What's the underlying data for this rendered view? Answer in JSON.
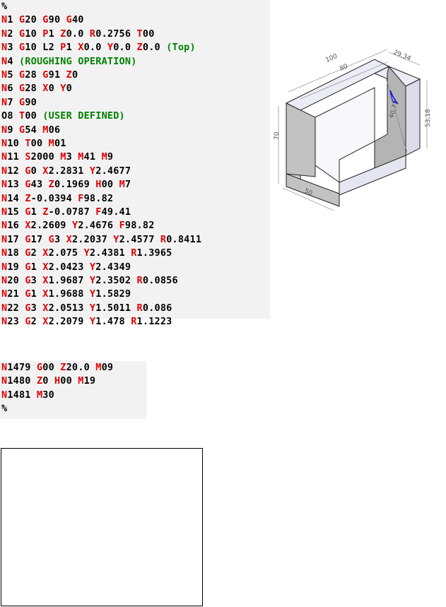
{
  "program": {
    "header": [
      {
        "t": "%",
        "c": "val"
      }
    ],
    "lines": [
      [
        {
          "t": "N",
          "c": "code"
        },
        {
          "t": "1 ",
          "c": "val"
        },
        {
          "t": "G",
          "c": "code"
        },
        {
          "t": "20 ",
          "c": "val"
        },
        {
          "t": "G",
          "c": "code"
        },
        {
          "t": "90 ",
          "c": "val"
        },
        {
          "t": "G",
          "c": "code"
        },
        {
          "t": "40",
          "c": "val"
        }
      ],
      [
        {
          "t": "N",
          "c": "code"
        },
        {
          "t": "2 ",
          "c": "val"
        },
        {
          "t": "G",
          "c": "code"
        },
        {
          "t": "10 ",
          "c": "val"
        },
        {
          "t": "P",
          "c": "code"
        },
        {
          "t": "1 ",
          "c": "val"
        },
        {
          "t": "Z",
          "c": "code"
        },
        {
          "t": "0.0 ",
          "c": "val"
        },
        {
          "t": "R",
          "c": "code"
        },
        {
          "t": "0.2756 ",
          "c": "val"
        },
        {
          "t": "T",
          "c": "code"
        },
        {
          "t": "00",
          "c": "val"
        }
      ],
      [
        {
          "t": "N",
          "c": "code"
        },
        {
          "t": "3 ",
          "c": "val"
        },
        {
          "t": "G",
          "c": "code"
        },
        {
          "t": "10 L2 ",
          "c": "val"
        },
        {
          "t": "P",
          "c": "code"
        },
        {
          "t": "1 ",
          "c": "val"
        },
        {
          "t": "X",
          "c": "code"
        },
        {
          "t": "0.0 ",
          "c": "val"
        },
        {
          "t": "Y",
          "c": "code"
        },
        {
          "t": "0.0 ",
          "c": "val"
        },
        {
          "t": "Z",
          "c": "code"
        },
        {
          "t": "0.0 ",
          "c": "val"
        },
        {
          "t": "(Top)",
          "c": "cmt"
        }
      ],
      [
        {
          "t": "N",
          "c": "code"
        },
        {
          "t": "4 ",
          "c": "val"
        },
        {
          "t": "(ROUGHING OPERATION)",
          "c": "cmt"
        }
      ],
      [
        {
          "t": "N",
          "c": "code"
        },
        {
          "t": "5 ",
          "c": "val"
        },
        {
          "t": "G",
          "c": "code"
        },
        {
          "t": "28 ",
          "c": "val"
        },
        {
          "t": "G",
          "c": "code"
        },
        {
          "t": "91 ",
          "c": "val"
        },
        {
          "t": "Z",
          "c": "code"
        },
        {
          "t": "0",
          "c": "val"
        }
      ],
      [
        {
          "t": "N",
          "c": "code"
        },
        {
          "t": "6 ",
          "c": "val"
        },
        {
          "t": "G",
          "c": "code"
        },
        {
          "t": "28 ",
          "c": "val"
        },
        {
          "t": "X",
          "c": "code"
        },
        {
          "t": "0 ",
          "c": "val"
        },
        {
          "t": "Y",
          "c": "code"
        },
        {
          "t": "0",
          "c": "val"
        }
      ],
      [
        {
          "t": "N",
          "c": "code"
        },
        {
          "t": "7 ",
          "c": "val"
        },
        {
          "t": "G",
          "c": "code"
        },
        {
          "t": "90",
          "c": "val"
        }
      ],
      [
        {
          "t": "O8 ",
          "c": "val"
        },
        {
          "t": "T",
          "c": "code"
        },
        {
          "t": "00 ",
          "c": "val"
        },
        {
          "t": "(USER DEFINED)",
          "c": "cmt"
        }
      ],
      [
        {
          "t": "N",
          "c": "code"
        },
        {
          "t": "9 ",
          "c": "val"
        },
        {
          "t": "G",
          "c": "code"
        },
        {
          "t": "54 ",
          "c": "val"
        },
        {
          "t": "M",
          "c": "code"
        },
        {
          "t": "06",
          "c": "val"
        }
      ],
      [
        {
          "t": "N",
          "c": "code"
        },
        {
          "t": "10 ",
          "c": "val"
        },
        {
          "t": "T",
          "c": "code"
        },
        {
          "t": "00 ",
          "c": "val"
        },
        {
          "t": "M",
          "c": "code"
        },
        {
          "t": "01",
          "c": "val"
        }
      ],
      [
        {
          "t": "N",
          "c": "code"
        },
        {
          "t": "11 ",
          "c": "val"
        },
        {
          "t": "S",
          "c": "code"
        },
        {
          "t": "2000 ",
          "c": "val"
        },
        {
          "t": "M",
          "c": "code"
        },
        {
          "t": "3 ",
          "c": "val"
        },
        {
          "t": "M",
          "c": "code"
        },
        {
          "t": "41 ",
          "c": "val"
        },
        {
          "t": "M",
          "c": "code"
        },
        {
          "t": "9",
          "c": "val"
        }
      ],
      [
        {
          "t": "N",
          "c": "code"
        },
        {
          "t": "12 ",
          "c": "val"
        },
        {
          "t": "G",
          "c": "code"
        },
        {
          "t": "0 ",
          "c": "val"
        },
        {
          "t": "X",
          "c": "code"
        },
        {
          "t": "2.2831 ",
          "c": "val"
        },
        {
          "t": "Y",
          "c": "code"
        },
        {
          "t": "2.4677",
          "c": "val"
        }
      ],
      [
        {
          "t": "N",
          "c": "code"
        },
        {
          "t": "13 ",
          "c": "val"
        },
        {
          "t": "G",
          "c": "code"
        },
        {
          "t": "43 ",
          "c": "val"
        },
        {
          "t": "Z",
          "c": "code"
        },
        {
          "t": "0.1969 ",
          "c": "val"
        },
        {
          "t": "H",
          "c": "code"
        },
        {
          "t": "00 ",
          "c": "val"
        },
        {
          "t": "M",
          "c": "code"
        },
        {
          "t": "7",
          "c": "val"
        }
      ],
      [
        {
          "t": "N",
          "c": "code"
        },
        {
          "t": "14 ",
          "c": "val"
        },
        {
          "t": "Z",
          "c": "code"
        },
        {
          "t": "-0.0394 ",
          "c": "val"
        },
        {
          "t": "F",
          "c": "code"
        },
        {
          "t": "98.82",
          "c": "val"
        }
      ],
      [
        {
          "t": "N",
          "c": "code"
        },
        {
          "t": "15 ",
          "c": "val"
        },
        {
          "t": "G",
          "c": "code"
        },
        {
          "t": "1 ",
          "c": "val"
        },
        {
          "t": "Z",
          "c": "code"
        },
        {
          "t": "-0.0787 ",
          "c": "val"
        },
        {
          "t": "F",
          "c": "code"
        },
        {
          "t": "49.41",
          "c": "val"
        }
      ],
      [
        {
          "t": "N",
          "c": "code"
        },
        {
          "t": "16 ",
          "c": "val"
        },
        {
          "t": "X",
          "c": "code"
        },
        {
          "t": "2.2609 ",
          "c": "val"
        },
        {
          "t": "Y",
          "c": "code"
        },
        {
          "t": "2.4676 ",
          "c": "val"
        },
        {
          "t": "F",
          "c": "code"
        },
        {
          "t": "98.82",
          "c": "val"
        }
      ],
      [
        {
          "t": "N",
          "c": "code"
        },
        {
          "t": "17 ",
          "c": "val"
        },
        {
          "t": "G",
          "c": "code"
        },
        {
          "t": "17 ",
          "c": "val"
        },
        {
          "t": "G",
          "c": "code"
        },
        {
          "t": "3 ",
          "c": "val"
        },
        {
          "t": "X",
          "c": "code"
        },
        {
          "t": "2.2037 ",
          "c": "val"
        },
        {
          "t": "Y",
          "c": "code"
        },
        {
          "t": "2.4577 ",
          "c": "val"
        },
        {
          "t": "R",
          "c": "code"
        },
        {
          "t": "0.8411",
          "c": "val"
        }
      ],
      [
        {
          "t": "N",
          "c": "code"
        },
        {
          "t": "18 ",
          "c": "val"
        },
        {
          "t": "G",
          "c": "code"
        },
        {
          "t": "2 ",
          "c": "val"
        },
        {
          "t": "X",
          "c": "code"
        },
        {
          "t": "2.075 ",
          "c": "val"
        },
        {
          "t": "Y",
          "c": "code"
        },
        {
          "t": "2.4381 ",
          "c": "val"
        },
        {
          "t": "R",
          "c": "code"
        },
        {
          "t": "1.3965",
          "c": "val"
        }
      ],
      [
        {
          "t": "N",
          "c": "code"
        },
        {
          "t": "19 ",
          "c": "val"
        },
        {
          "t": "G",
          "c": "code"
        },
        {
          "t": "1 ",
          "c": "val"
        },
        {
          "t": "X",
          "c": "code"
        },
        {
          "t": "2.0423 ",
          "c": "val"
        },
        {
          "t": "Y",
          "c": "code"
        },
        {
          "t": "2.4349",
          "c": "val"
        }
      ],
      [
        {
          "t": "N",
          "c": "code"
        },
        {
          "t": "20 ",
          "c": "val"
        },
        {
          "t": "G",
          "c": "code"
        },
        {
          "t": "3 ",
          "c": "val"
        },
        {
          "t": "X",
          "c": "code"
        },
        {
          "t": "1.9687 ",
          "c": "val"
        },
        {
          "t": "Y",
          "c": "code"
        },
        {
          "t": "2.3502 ",
          "c": "val"
        },
        {
          "t": "R",
          "c": "code"
        },
        {
          "t": "0.0856",
          "c": "val"
        }
      ],
      [
        {
          "t": "N",
          "c": "code"
        },
        {
          "t": "21 ",
          "c": "val"
        },
        {
          "t": "G",
          "c": "code"
        },
        {
          "t": "1 ",
          "c": "val"
        },
        {
          "t": "X",
          "c": "code"
        },
        {
          "t": "1.9688 ",
          "c": "val"
        },
        {
          "t": "Y",
          "c": "code"
        },
        {
          "t": "1.5829",
          "c": "val"
        }
      ],
      [
        {
          "t": "N",
          "c": "code"
        },
        {
          "t": "22 ",
          "c": "val"
        },
        {
          "t": "G",
          "c": "code"
        },
        {
          "t": "3 ",
          "c": "val"
        },
        {
          "t": "X",
          "c": "code"
        },
        {
          "t": "2.0513 ",
          "c": "val"
        },
        {
          "t": "Y",
          "c": "code"
        },
        {
          "t": "1.5011 ",
          "c": "val"
        },
        {
          "t": "R",
          "c": "code"
        },
        {
          "t": "0.086",
          "c": "val"
        }
      ],
      [
        {
          "t": "N",
          "c": "code"
        },
        {
          "t": "23 ",
          "c": "val"
        },
        {
          "t": "G",
          "c": "code"
        },
        {
          "t": "2 ",
          "c": "val"
        },
        {
          "t": "X",
          "c": "code"
        },
        {
          "t": "2.2079 ",
          "c": "val"
        },
        {
          "t": "Y",
          "c": "code"
        },
        {
          "t": "1.478 ",
          "c": "val"
        },
        {
          "t": "R",
          "c": "code"
        },
        {
          "t": "1.1223",
          "c": "val"
        }
      ]
    ],
    "tail_lines": [
      [
        {
          "t": "N",
          "c": "code"
        },
        {
          "t": "1479 ",
          "c": "val"
        },
        {
          "t": "G",
          "c": "code"
        },
        {
          "t": "00 ",
          "c": "val"
        },
        {
          "t": "Z",
          "c": "code"
        },
        {
          "t": "20.0 ",
          "c": "val"
        },
        {
          "t": "M",
          "c": "code"
        },
        {
          "t": "09",
          "c": "val"
        }
      ],
      [
        {
          "t": "N",
          "c": "code"
        },
        {
          "t": "1480 ",
          "c": "val"
        },
        {
          "t": "Z",
          "c": "code"
        },
        {
          "t": "0 ",
          "c": "val"
        },
        {
          "t": "H",
          "c": "code"
        },
        {
          "t": "00 ",
          "c": "val"
        },
        {
          "t": "M",
          "c": "code"
        },
        {
          "t": "19",
          "c": "val"
        }
      ],
      [
        {
          "t": "N",
          "c": "code"
        },
        {
          "t": "1481 ",
          "c": "val"
        },
        {
          "t": "M",
          "c": "code"
        },
        {
          "t": "30",
          "c": "val"
        }
      ],
      [
        {
          "t": "%",
          "c": "val"
        }
      ]
    ]
  },
  "drawing": {
    "dim_100": "100",
    "dim_80": "80",
    "dim_29_34": "29,34",
    "dim_70": "70",
    "dim_50": "50",
    "dim_53_18": "53,18",
    "dim_40_73": "40,73"
  },
  "colors": {
    "code_letter": "#e00000",
    "comment": "#008000",
    "value": "#000000",
    "code_bg": "#f2f2f2",
    "part_face_dark": "#bfbfbf",
    "part_face_light": "#e8e8f4",
    "toolpath": "#0000ff"
  }
}
